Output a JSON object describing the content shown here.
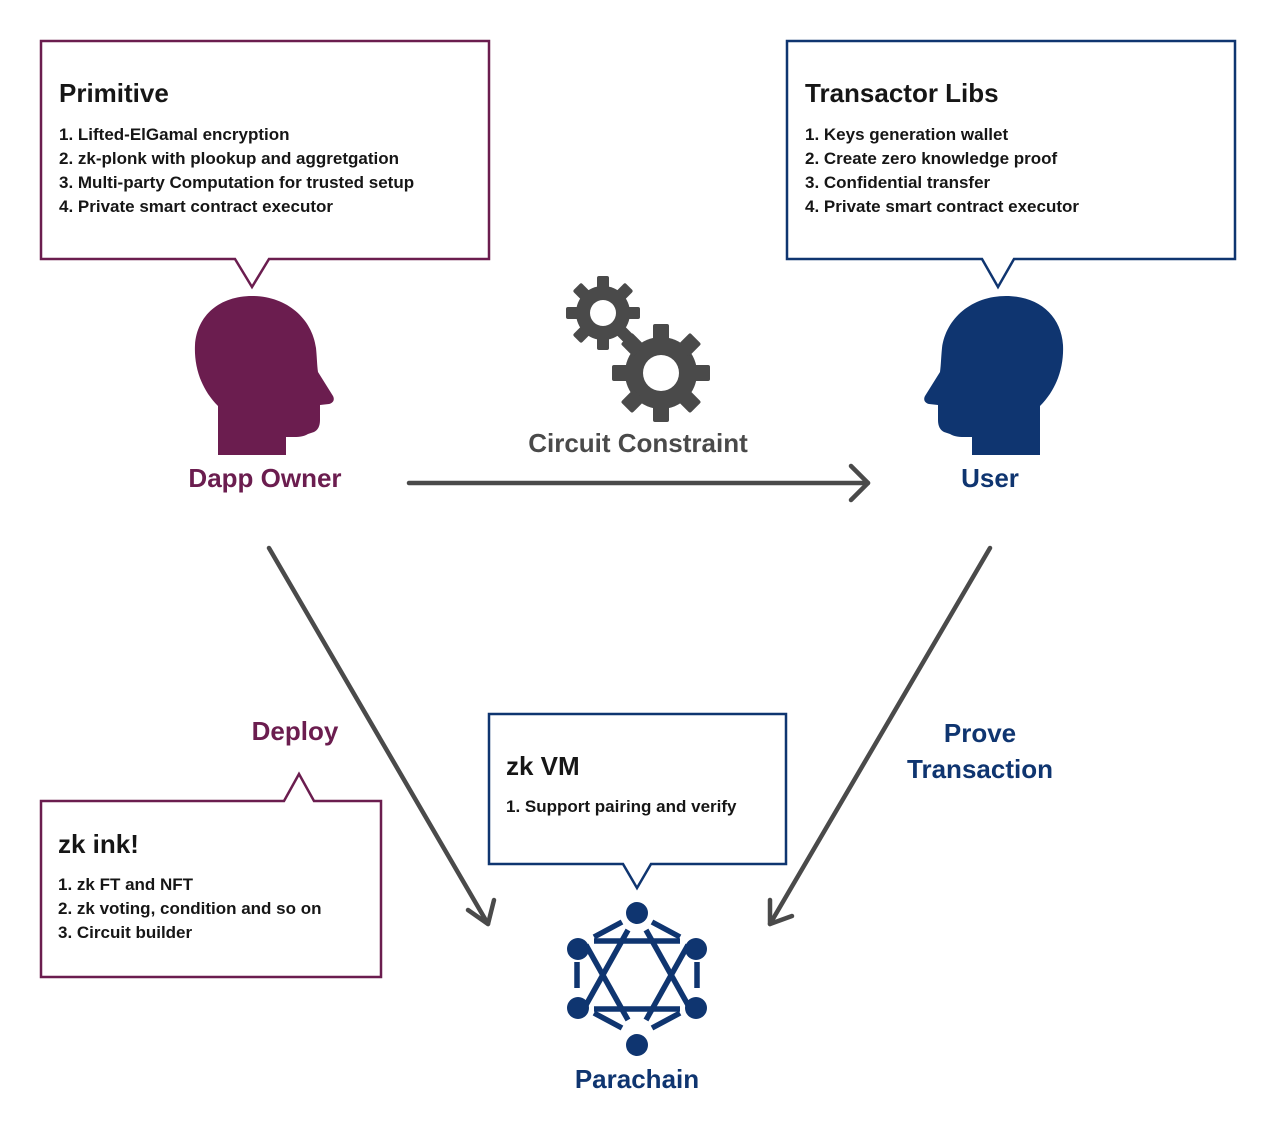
{
  "colors": {
    "dapp_owner": "#6b1d4f",
    "user": "#0f3570",
    "arrow": "#4a4a4a",
    "text": "#161616"
  },
  "boxes": {
    "primitive": {
      "title": "Primitive",
      "items": [
        "1. Lifted-ElGamal encryption",
        "2. zk-plonk with plookup and aggretgation",
        "3. Multi-party Computation for trusted setup",
        "4. Private smart contract executor"
      ]
    },
    "transactor_libs": {
      "title": "Transactor Libs",
      "items": [
        "1. Keys generation wallet",
        "2. Create zero knowledge proof",
        "3. Confidential transfer",
        "4. Private smart contract executor"
      ]
    },
    "zk_ink": {
      "title": "zk ink!",
      "items": [
        "1. zk FT and NFT",
        "2. zk voting, condition and so on",
        "3. Circuit builder"
      ]
    },
    "zk_vm": {
      "title": "zk VM",
      "items": [
        "1. Support pairing and verify"
      ]
    }
  },
  "actors": {
    "dapp_owner": {
      "label": "Dapp Owner",
      "icon": "head-profile-icon"
    },
    "user": {
      "label": "User",
      "icon": "head-profile-icon"
    },
    "parachain": {
      "label": "Parachain",
      "icon": "network-hexagram-icon"
    }
  },
  "edges": {
    "circuit_constraint": {
      "label": "Circuit Constraint",
      "from": "Dapp Owner",
      "to": "User",
      "icon": "gears-icon"
    },
    "deploy": {
      "label": "Deploy",
      "from": "Dapp Owner",
      "to": "Parachain"
    },
    "prove_transaction": {
      "label_line1": "Prove",
      "label_line2": "Transaction",
      "from": "User",
      "to": "Parachain"
    }
  }
}
